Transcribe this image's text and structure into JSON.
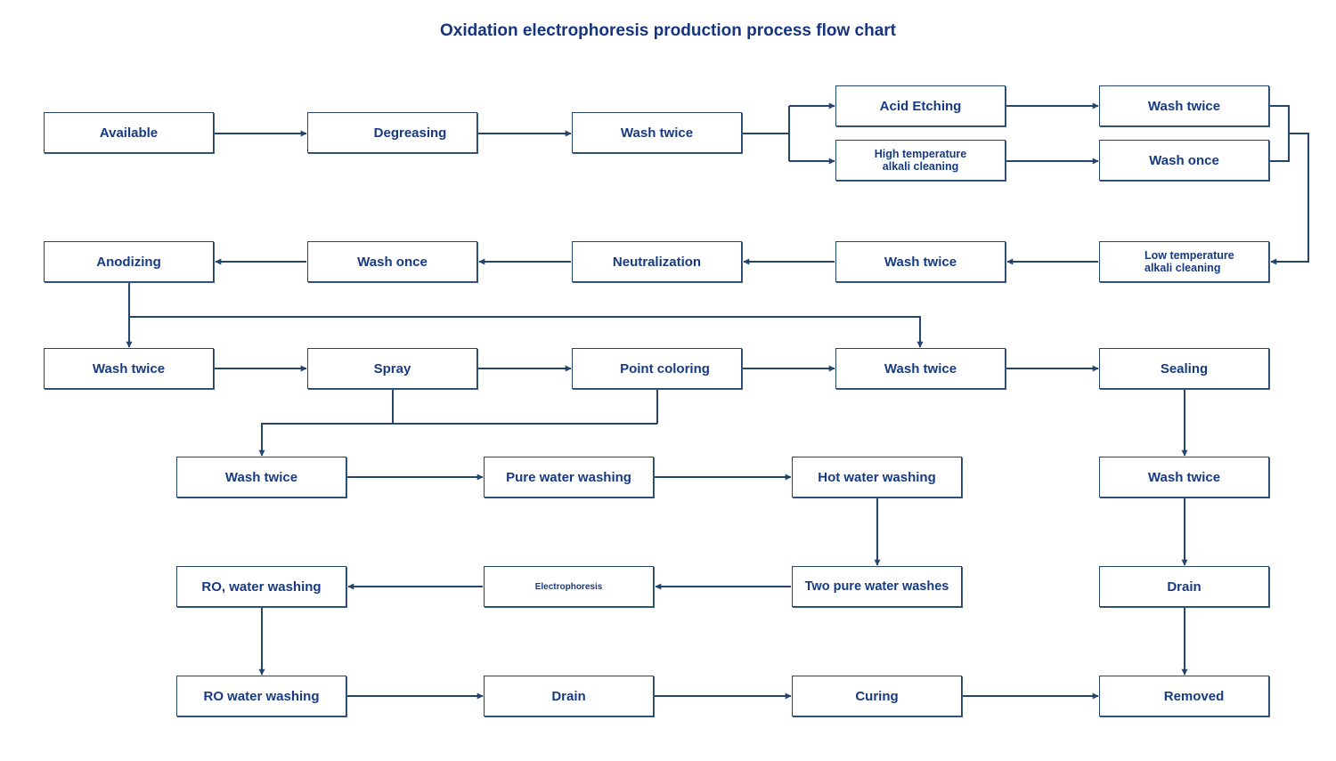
{
  "title": "Oxidation electrophoresis production process flow chart",
  "colors": {
    "line": "#24446b",
    "text": "#173a80",
    "title": "#17347f"
  },
  "nodes": {
    "available": "Available",
    "degreasing": "Degreasing",
    "wash_twice_1": "Wash twice",
    "acid_etching": "Acid Etching",
    "high_temp_alkali": "High temperature\nalkali cleaning",
    "wash_twice_2": "Wash twice",
    "wash_once_1": "Wash once",
    "low_temp_alkali": "Low temperature\nalkali cleaning",
    "wash_twice_3": "Wash twice",
    "neutralization": "Neutralization",
    "wash_once_2": "Wash once",
    "anodizing": "Anodizing",
    "wash_twice_4": "Wash twice",
    "spray": "Spray",
    "point_coloring": "Point coloring",
    "wash_twice_5": "Wash twice",
    "sealing": "Sealing",
    "wash_twice_6": "Wash twice",
    "pure_water_washing": "Pure water washing",
    "hot_water_washing": "Hot water washing",
    "wash_twice_7": "Wash twice",
    "ro_water_washing_1": "RO, water washing",
    "electrophoresis": "Electrophoresis",
    "two_pure_water_washes": "Two pure water washes",
    "drain_1": "Drain",
    "ro_water_washing_2": "RO water washing",
    "drain_2": "Drain",
    "curing": "Curing",
    "removed": "Removed"
  }
}
